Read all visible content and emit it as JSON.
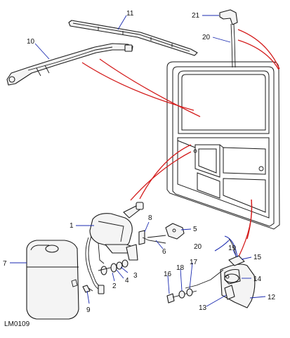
{
  "diagram_code": "LM0109",
  "callouts": [
    {
      "id": "c1",
      "label": "1"
    },
    {
      "id": "c2",
      "label": "2"
    },
    {
      "id": "c3",
      "label": "3"
    },
    {
      "id": "c4",
      "label": "4"
    },
    {
      "id": "c5",
      "label": "5"
    },
    {
      "id": "c6",
      "label": "6"
    },
    {
      "id": "c7",
      "label": "7"
    },
    {
      "id": "c8",
      "label": "8"
    },
    {
      "id": "c9",
      "label": "9"
    },
    {
      "id": "c10",
      "label": "10"
    },
    {
      "id": "c11",
      "label": "11"
    },
    {
      "id": "c12",
      "label": "12"
    },
    {
      "id": "c13",
      "label": "13"
    },
    {
      "id": "c14",
      "label": "14"
    },
    {
      "id": "c15",
      "label": "15"
    },
    {
      "id": "c16",
      "label": "16"
    },
    {
      "id": "c17",
      "label": "17"
    },
    {
      "id": "c18",
      "label": "18"
    },
    {
      "id": "c19",
      "label": "19"
    },
    {
      "id": "c20",
      "label": "20"
    },
    {
      "id": "c20b",
      "label": "20"
    },
    {
      "id": "c21",
      "label": "21"
    }
  ],
  "colors": {
    "leader": "#1a2ab0",
    "guide": "#d41c1c",
    "line": "#1a1a1a"
  }
}
